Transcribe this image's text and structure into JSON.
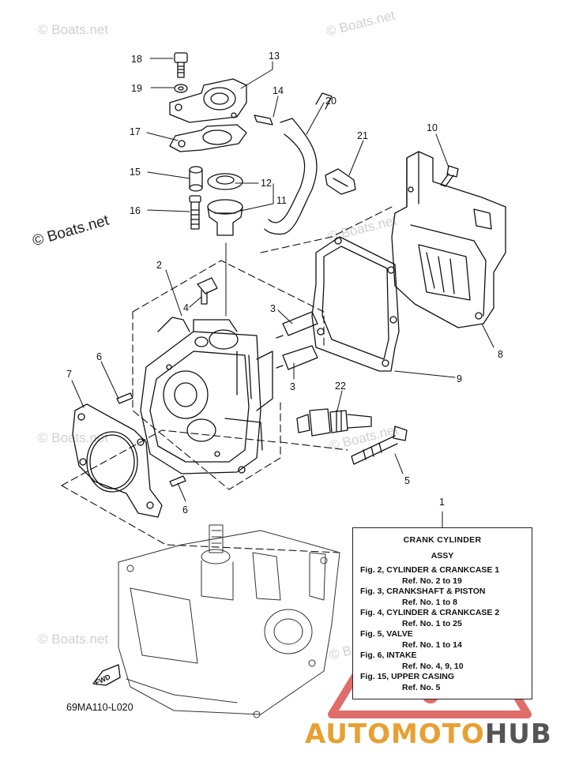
{
  "watermarks": [
    "© Boats.net",
    "© Boats.net",
    "© Boats.net",
    "© Boats.net",
    "© Boats.net",
    "© Boats.net",
    "© Boats.net",
    "© Boats.net"
  ],
  "callouts": [
    "18",
    "19",
    "13",
    "14",
    "20",
    "17",
    "15",
    "12",
    "11",
    "16",
    "21",
    "10",
    "2",
    "4",
    "3",
    "3",
    "6",
    "7",
    "22",
    "5",
    "6",
    "8",
    "9",
    "1"
  ],
  "reference_box": {
    "title": "CRANK CYLINDER",
    "subtitle": "ASSY",
    "lines": [
      "Fig. 2, CYLINDER & CRANKCASE 1",
      "Ref. No. 2 to 19",
      "Fig. 3, CRANKSHAFT & PISTON",
      "Ref. No. 1 to 8",
      "Fig. 4, CYLINDER & CRANKCASE 2",
      "Ref. No. 1 to 25",
      "Fig. 5, VALVE",
      "Ref. No. 1 to 14",
      "Fig. 6, INTAKE",
      "Ref. No. 4, 9, 10",
      "Fig. 15, UPPER CASING",
      "Ref. No. 5"
    ]
  },
  "fwd_label": "FWD",
  "diagram_code": "69MA110-L020",
  "brand": {
    "part1": "AUTOMOTO",
    "part2": "HUB"
  },
  "colors": {
    "brand_orange": "#e8a032",
    "brand_gray": "#555555",
    "warning_red": "#d9534f",
    "watermark": "#d0d0d0"
  }
}
